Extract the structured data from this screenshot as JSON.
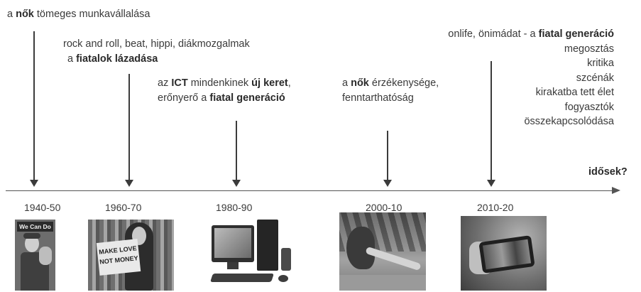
{
  "events": [
    {
      "parts": [
        "a ",
        "**nők**",
        " tömeges munkavállalása"
      ]
    },
    {
      "lines": [
        [
          "rock and roll, beat, hippi, diákmozgalmak"
        ],
        [
          "a ",
          "**fiatalok lázadása**"
        ]
      ]
    },
    {
      "lines": [
        [
          "az ",
          "**ICT**",
          " mindenkinek ",
          "**új keret**",
          ","
        ],
        [
          "erőnyerő a ",
          "**fiatal generáció**"
        ]
      ]
    },
    {
      "lines": [
        [
          "a ",
          "**nők**",
          " érzékenysége,"
        ],
        [
          "fenntarthatóság"
        ]
      ]
    },
    {
      "lines": [
        [
          "onlife, önimádat - a ",
          "**fiatal generáció**"
        ],
        [
          "megosztás"
        ],
        [
          "kritika"
        ],
        [
          "szcénák"
        ],
        [
          "kirakatba tett élet"
        ],
        [
          "fogyasztók"
        ],
        [
          "összekapcsolódása"
        ]
      ]
    }
  ],
  "future_label": "idősek?",
  "years": [
    "1940-50",
    "1960-70",
    "1980-90",
    "2000-10",
    "2010-20"
  ],
  "poster_text": {
    "top": "We Can Do It!"
  },
  "protest_sign": {
    "line1": "MAKE LOVE",
    "line2": "NOT MONEY"
  }
}
